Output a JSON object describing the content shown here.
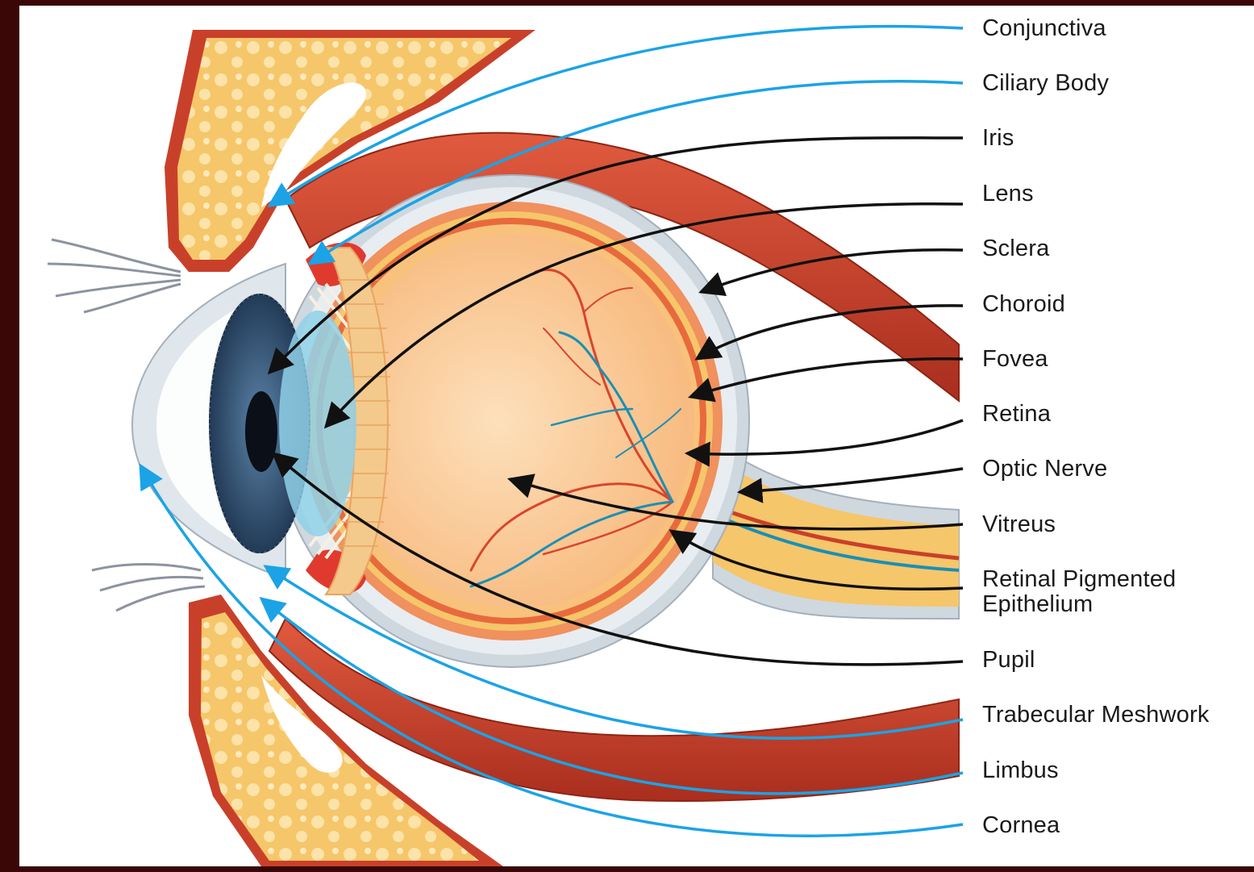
{
  "labels": {
    "conjunctiva": "Conjunctiva",
    "ciliary_body": "Ciliary Body",
    "iris": "Iris",
    "lens": "Lens",
    "sclera": "Sclera",
    "choroid": "Choroid",
    "fovea": "Fovea",
    "retina": "Retina",
    "optic_nerve": "Optic Nerve",
    "vitreus": "Vitreus",
    "rpe": "Retinal Pigmented\nEpithelium",
    "pupil": "Pupil",
    "trabecular_meshwork": "Trabecular Meshwork",
    "limbus": "Limbus",
    "cornea": "Cornea"
  },
  "colors": {
    "background": "#3a0606",
    "canvas": "#ffffff",
    "blue_leader": "#1ba3e6",
    "black_leader": "#111111",
    "muscle": "#c9402a",
    "eyelid_fat": "#f6c66a",
    "sclera": "#cfd8df",
    "vitreous": "#fbd2a2",
    "iris": "#2f4e6e"
  }
}
